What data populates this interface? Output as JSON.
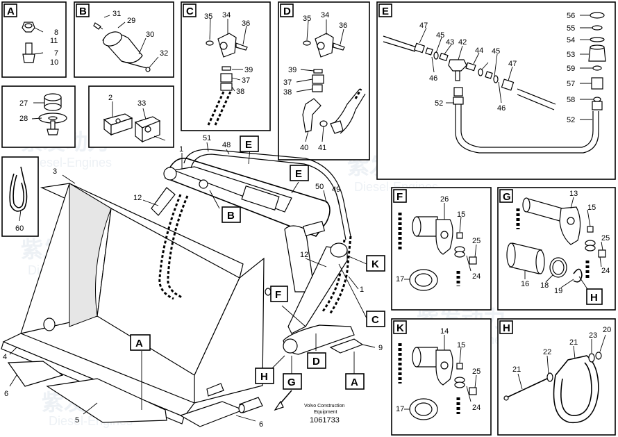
{
  "panels": {
    "A": {
      "tag": "A",
      "labels": [
        "8",
        "11",
        "7",
        "10"
      ]
    },
    "B": {
      "tag": "B",
      "labels": [
        "31",
        "29",
        "30",
        "32"
      ]
    },
    "C": {
      "tag": "C",
      "labels": [
        "35",
        "34",
        "36",
        "39",
        "37",
        "38"
      ]
    },
    "D": {
      "tag": "D",
      "labels": [
        "35",
        "34",
        "36",
        "39",
        "37",
        "38",
        "40",
        "41"
      ]
    },
    "E": {
      "tag": "E",
      "labels": [
        "47",
        "45",
        "42",
        "43",
        "44",
        "45",
        "47",
        "46",
        "46",
        "52",
        "56",
        "55",
        "54",
        "53",
        "59",
        "57",
        "58",
        "52"
      ]
    },
    "F": {
      "tag": "F",
      "labels": [
        "26",
        "15",
        "25",
        "24",
        "17"
      ]
    },
    "G": {
      "tag": "G",
      "labels": [
        "13",
        "15",
        "25",
        "24",
        "16",
        "18",
        "19"
      ],
      "ref_tag": "H"
    },
    "K": {
      "tag": "K",
      "labels": [
        "14",
        "15",
        "25",
        "24",
        "17"
      ]
    },
    "H": {
      "tag": "H",
      "labels": [
        "22",
        "23",
        "20",
        "21"
      ]
    },
    "washer": {
      "labels": [
        "27",
        "28"
      ]
    },
    "clamp": {
      "labels": [
        "2",
        "33"
      ]
    },
    "strap": {
      "labels": [
        "60"
      ]
    }
  },
  "main": {
    "tags": [
      "B",
      "E",
      "E",
      "K",
      "C",
      "F",
      "A",
      "D",
      "H",
      "G",
      "A"
    ],
    "labels": [
      "1",
      "51",
      "48",
      "3",
      "12",
      "50",
      "49",
      "12",
      "1",
      "9",
      "4",
      "6",
      "5",
      "6"
    ]
  },
  "footer": {
    "brand_line1": "Volvo Construction",
    "brand_line2": "Equipment",
    "drawing_number": "1061733"
  },
  "watermark": {
    "cn": "紫发动力",
    "en": "Diesel-Engines"
  }
}
